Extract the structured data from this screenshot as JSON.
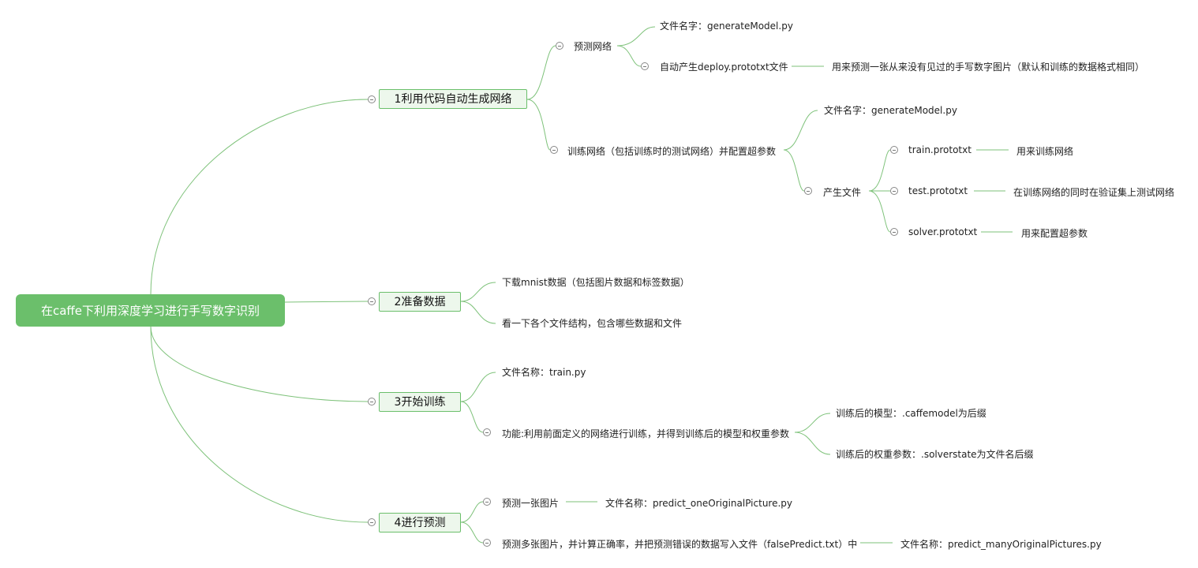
{
  "root": {
    "label": "在caffe下利用深度学习进行手写数字识别"
  },
  "branch1": {
    "label": "1利用代码自动生成网络",
    "predict_net": "预测网络",
    "predict_file": "文件名字：generateModel.py",
    "deploy": "自动产生deploy.prototxt文件",
    "deploy_desc": "用来预测一张从来没有见过的手写数字图片（默认和训练的数据格式相同）",
    "train_net": "训练网络（包括训练时的测试网络）并配置超参数",
    "train_file": "文件名字：generateModel.py",
    "gen_files": "产生文件",
    "train_proto": "train.prototxt",
    "train_proto_desc": "用来训练网络",
    "test_proto": "test.prototxt",
    "test_proto_desc": "在训练网络的同时在验证集上测试网络",
    "solver_proto": "solver.prototxt",
    "solver_proto_desc": "用来配置超参数"
  },
  "branch2": {
    "label": "2准备数据",
    "download": "下载mnist数据（包括图片数据和标签数据）",
    "structure": "看一下各个文件结构，包含哪些数据和文件"
  },
  "branch3": {
    "label": "3开始训练",
    "file": "文件名称：train.py",
    "func": "功能:利用前面定义的网络进行训练，并得到训练后的模型和权重参数",
    "model": "训练后的模型：.caffemodel为后缀",
    "weights": "训练后的权重参数：.solverstate为文件名后缀"
  },
  "branch4": {
    "label": "4进行预测",
    "one": "预测一张图片",
    "one_file": "文件名称：predict_oneOriginalPicture.py",
    "many": "预测多张图片，并计算正确率，并把预测错误的数据写入文件（falsePredict.txt）中",
    "many_file": "文件名称：predict_manyOriginalPictures.py"
  }
}
